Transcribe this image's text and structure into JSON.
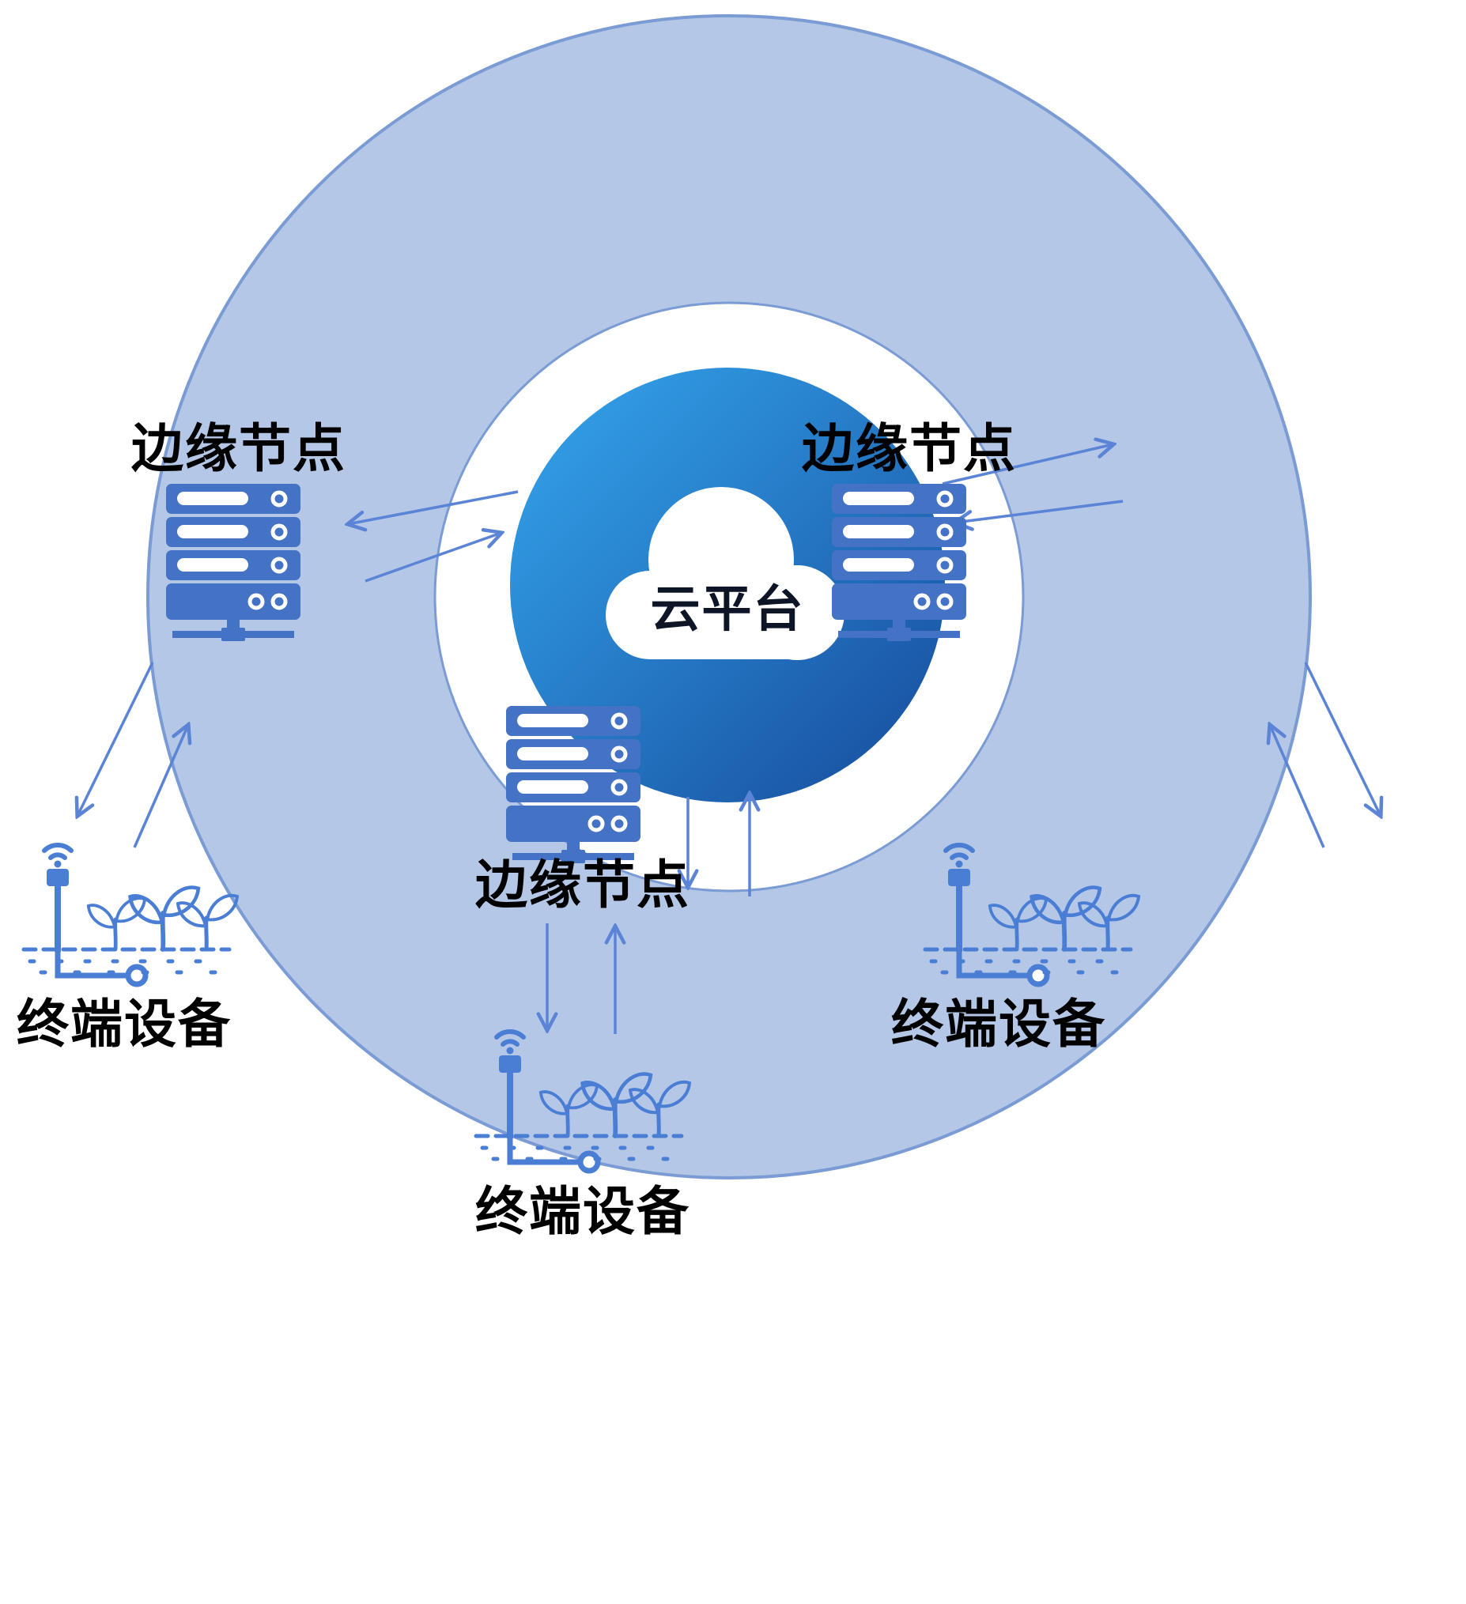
{
  "diagram": {
    "cloud": {
      "label": "云平台"
    },
    "edge_nodes": {
      "left": "边缘节点",
      "right": "边缘节点",
      "bottom": "边缘节点"
    },
    "terminals": {
      "left": "终端设备",
      "center": "终端设备",
      "right": "终端设备"
    },
    "colors": {
      "ring_fill": "#b4c7e7",
      "ring_border": "#7a9bd4",
      "server_blue": "#4472c4",
      "terminal_blue": "#4a7dd4",
      "arrow_blue": "#5b84d6",
      "cloud_gradient_top": "#35a7ee",
      "cloud_gradient_bottom": "#164a9b",
      "label_text": "#000000"
    }
  }
}
